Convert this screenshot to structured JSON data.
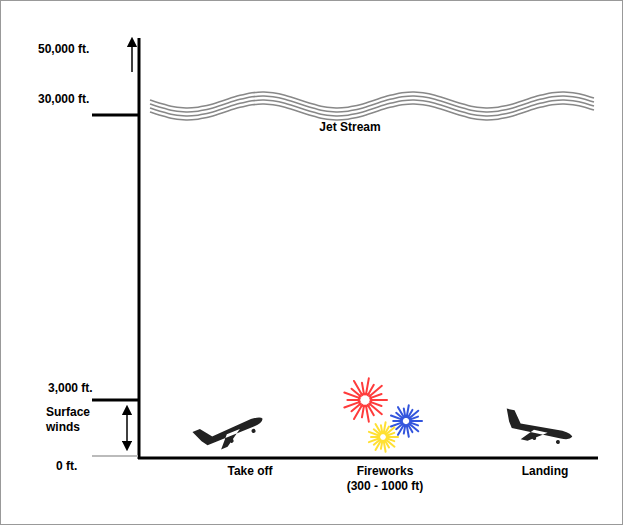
{
  "diagram": {
    "labels": [
      "50,000 ft.",
      "30,000 ft.",
      "Jet Stream",
      "3,000 ft.",
      "Surface winds",
      "0 ft.",
      "Take off",
      "Fireworks (300 - 1000 ft)",
      "Landing"
    ]
  }
}
